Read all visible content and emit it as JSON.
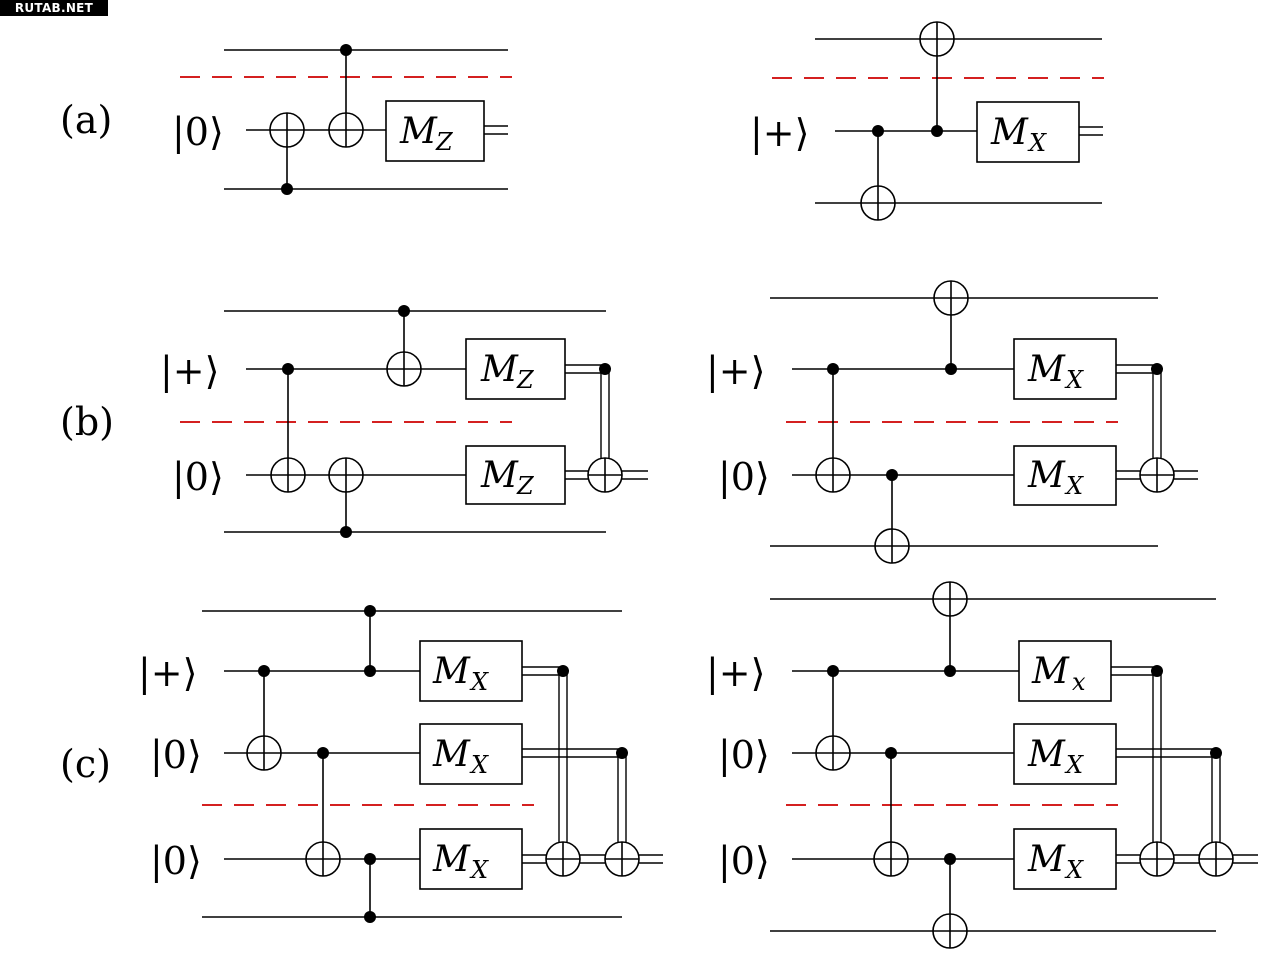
{
  "watermark": "RUTAB.NET",
  "colors": {
    "ancilla_divider": "#d42020",
    "ink": "#000000"
  },
  "panels": [
    {
      "id": "a",
      "label": "(a)",
      "left": {
        "inputs": [
          "|0⟩"
        ],
        "measure": "M",
        "basis": "Z"
      },
      "right": {
        "inputs": [
          "|+⟩"
        ],
        "measure": "M",
        "basis": "X"
      }
    },
    {
      "id": "b",
      "label": "(b)",
      "left": {
        "inputs": [
          "|+⟩",
          "|0⟩"
        ],
        "measure": "M",
        "basis": [
          "Z",
          "Z"
        ]
      },
      "right": {
        "inputs": [
          "|+⟩",
          "|0⟩"
        ],
        "measure": "M",
        "basis": [
          "X",
          "X"
        ]
      }
    },
    {
      "id": "c",
      "label": "(c)",
      "left": {
        "inputs": [
          "|+⟩",
          "|0⟩",
          "|0⟩"
        ],
        "measure": "M",
        "basis": [
          "X",
          "X",
          "X"
        ]
      },
      "right": {
        "inputs": [
          "|+⟩",
          "|0⟩",
          "|0⟩"
        ],
        "measure": "M",
        "basis": [
          "x",
          "X",
          "X"
        ]
      }
    }
  ]
}
